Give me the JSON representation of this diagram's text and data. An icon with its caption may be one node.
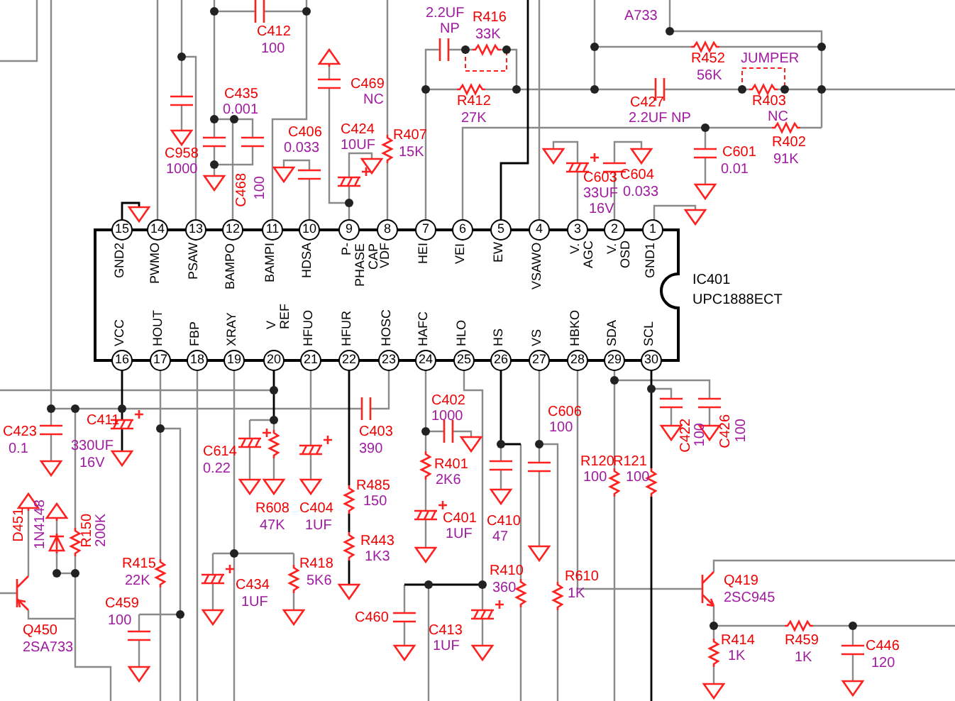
{
  "diagram": {
    "labels": [
      "C412",
      "100",
      "2.2UF",
      "NP",
      "R416",
      "33K",
      "A733",
      "R452",
      "56K",
      "JUMPER",
      "C469",
      "NC",
      "C435",
      "0.001",
      "R412",
      "27K",
      "C427",
      "2.2UF NP",
      "R403",
      "NC",
      "C424",
      "10UF",
      "R407",
      "15K",
      "C406",
      "0.033",
      "R402",
      "91K",
      "C958",
      "1000",
      "C601",
      "0.01",
      "C468",
      "100",
      "C603",
      "33UF",
      "16V",
      "C604",
      "0.033",
      "15",
      "14",
      "13",
      "12",
      "11",
      "10",
      "9",
      "8",
      "7",
      "6",
      "5",
      "4",
      "3",
      "2",
      "1",
      "GND2",
      "PWMO",
      "PSAW",
      "BAMPO",
      "BAMPI",
      "HDSA",
      "P-PHASE CAP",
      "VDF",
      "HEI",
      "VEI",
      "EW",
      "VSAWO",
      "V. AGC",
      "V. OSD",
      "GND1",
      "IC401",
      "UPC1888ECT",
      "VCC",
      "HOUT",
      "FBP",
      "XRAY",
      "V REF",
      "HFUO",
      "HFUR",
      "HOSC",
      "HAFC",
      "HLO",
      "HS",
      "VS",
      "HBKO",
      "SDA",
      "SCL",
      "16",
      "17",
      "18",
      "19",
      "20",
      "21",
      "22",
      "23",
      "24",
      "25",
      "26",
      "27",
      "28",
      "29",
      "30",
      "C402",
      "1000",
      "C606",
      "100",
      "C411",
      "C423",
      "C403",
      "C422",
      "100",
      "C426",
      "100",
      "0.1",
      "330UF",
      "C614",
      "390",
      "16V",
      "0.22",
      "R120",
      "R121",
      "100",
      "100",
      "R401",
      "2K6",
      "R485",
      "150",
      "R608",
      "47K",
      "C404",
      "1UF",
      "D451",
      "1N4148",
      "R150",
      "200K",
      "C401",
      "1UF",
      "C410",
      "47",
      "R443",
      "1K3",
      "R415",
      "22K",
      "R418",
      "5K6",
      "R410",
      "360",
      "R610",
      "1K",
      "Q419",
      "2SC945",
      "C434",
      "1UF",
      "Q450",
      "2SA733",
      "C459",
      "100",
      "C460",
      "C413",
      "1UF",
      "R414",
      "1K",
      "R459",
      "1K",
      "C446",
      "120"
    ]
  }
}
